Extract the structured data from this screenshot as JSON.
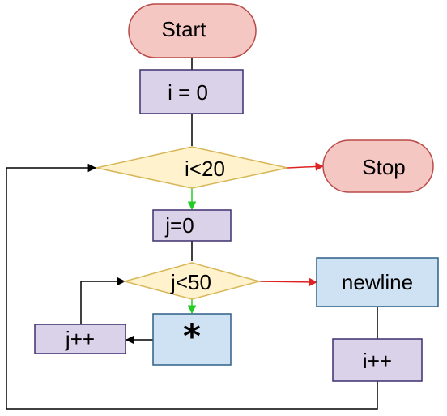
{
  "nodes": {
    "start": {
      "label": "Start"
    },
    "init_i": {
      "label": "i = 0"
    },
    "cond_i": {
      "label": "i<20"
    },
    "stop": {
      "label": "Stop"
    },
    "init_j": {
      "label": "j=0"
    },
    "cond_j": {
      "label": "j<50"
    },
    "newline": {
      "label": "newline"
    },
    "print_star": {
      "label": "*"
    },
    "inc_j": {
      "label": "j++"
    },
    "inc_i": {
      "label": "i++"
    }
  },
  "colors": {
    "terminal_fill": "#f4c7c3",
    "terminal_stroke": "#b94a48",
    "process_fill": "#d9d2e9",
    "process_stroke": "#3d2f6f",
    "decision_fill": "#fff2cc",
    "decision_stroke": "#d6b656",
    "io_fill": "#cfe2f3",
    "io_stroke": "#2f5f86",
    "true_arrow": "#22cc22",
    "false_arrow": "#dd2222",
    "line": "#000000"
  }
}
